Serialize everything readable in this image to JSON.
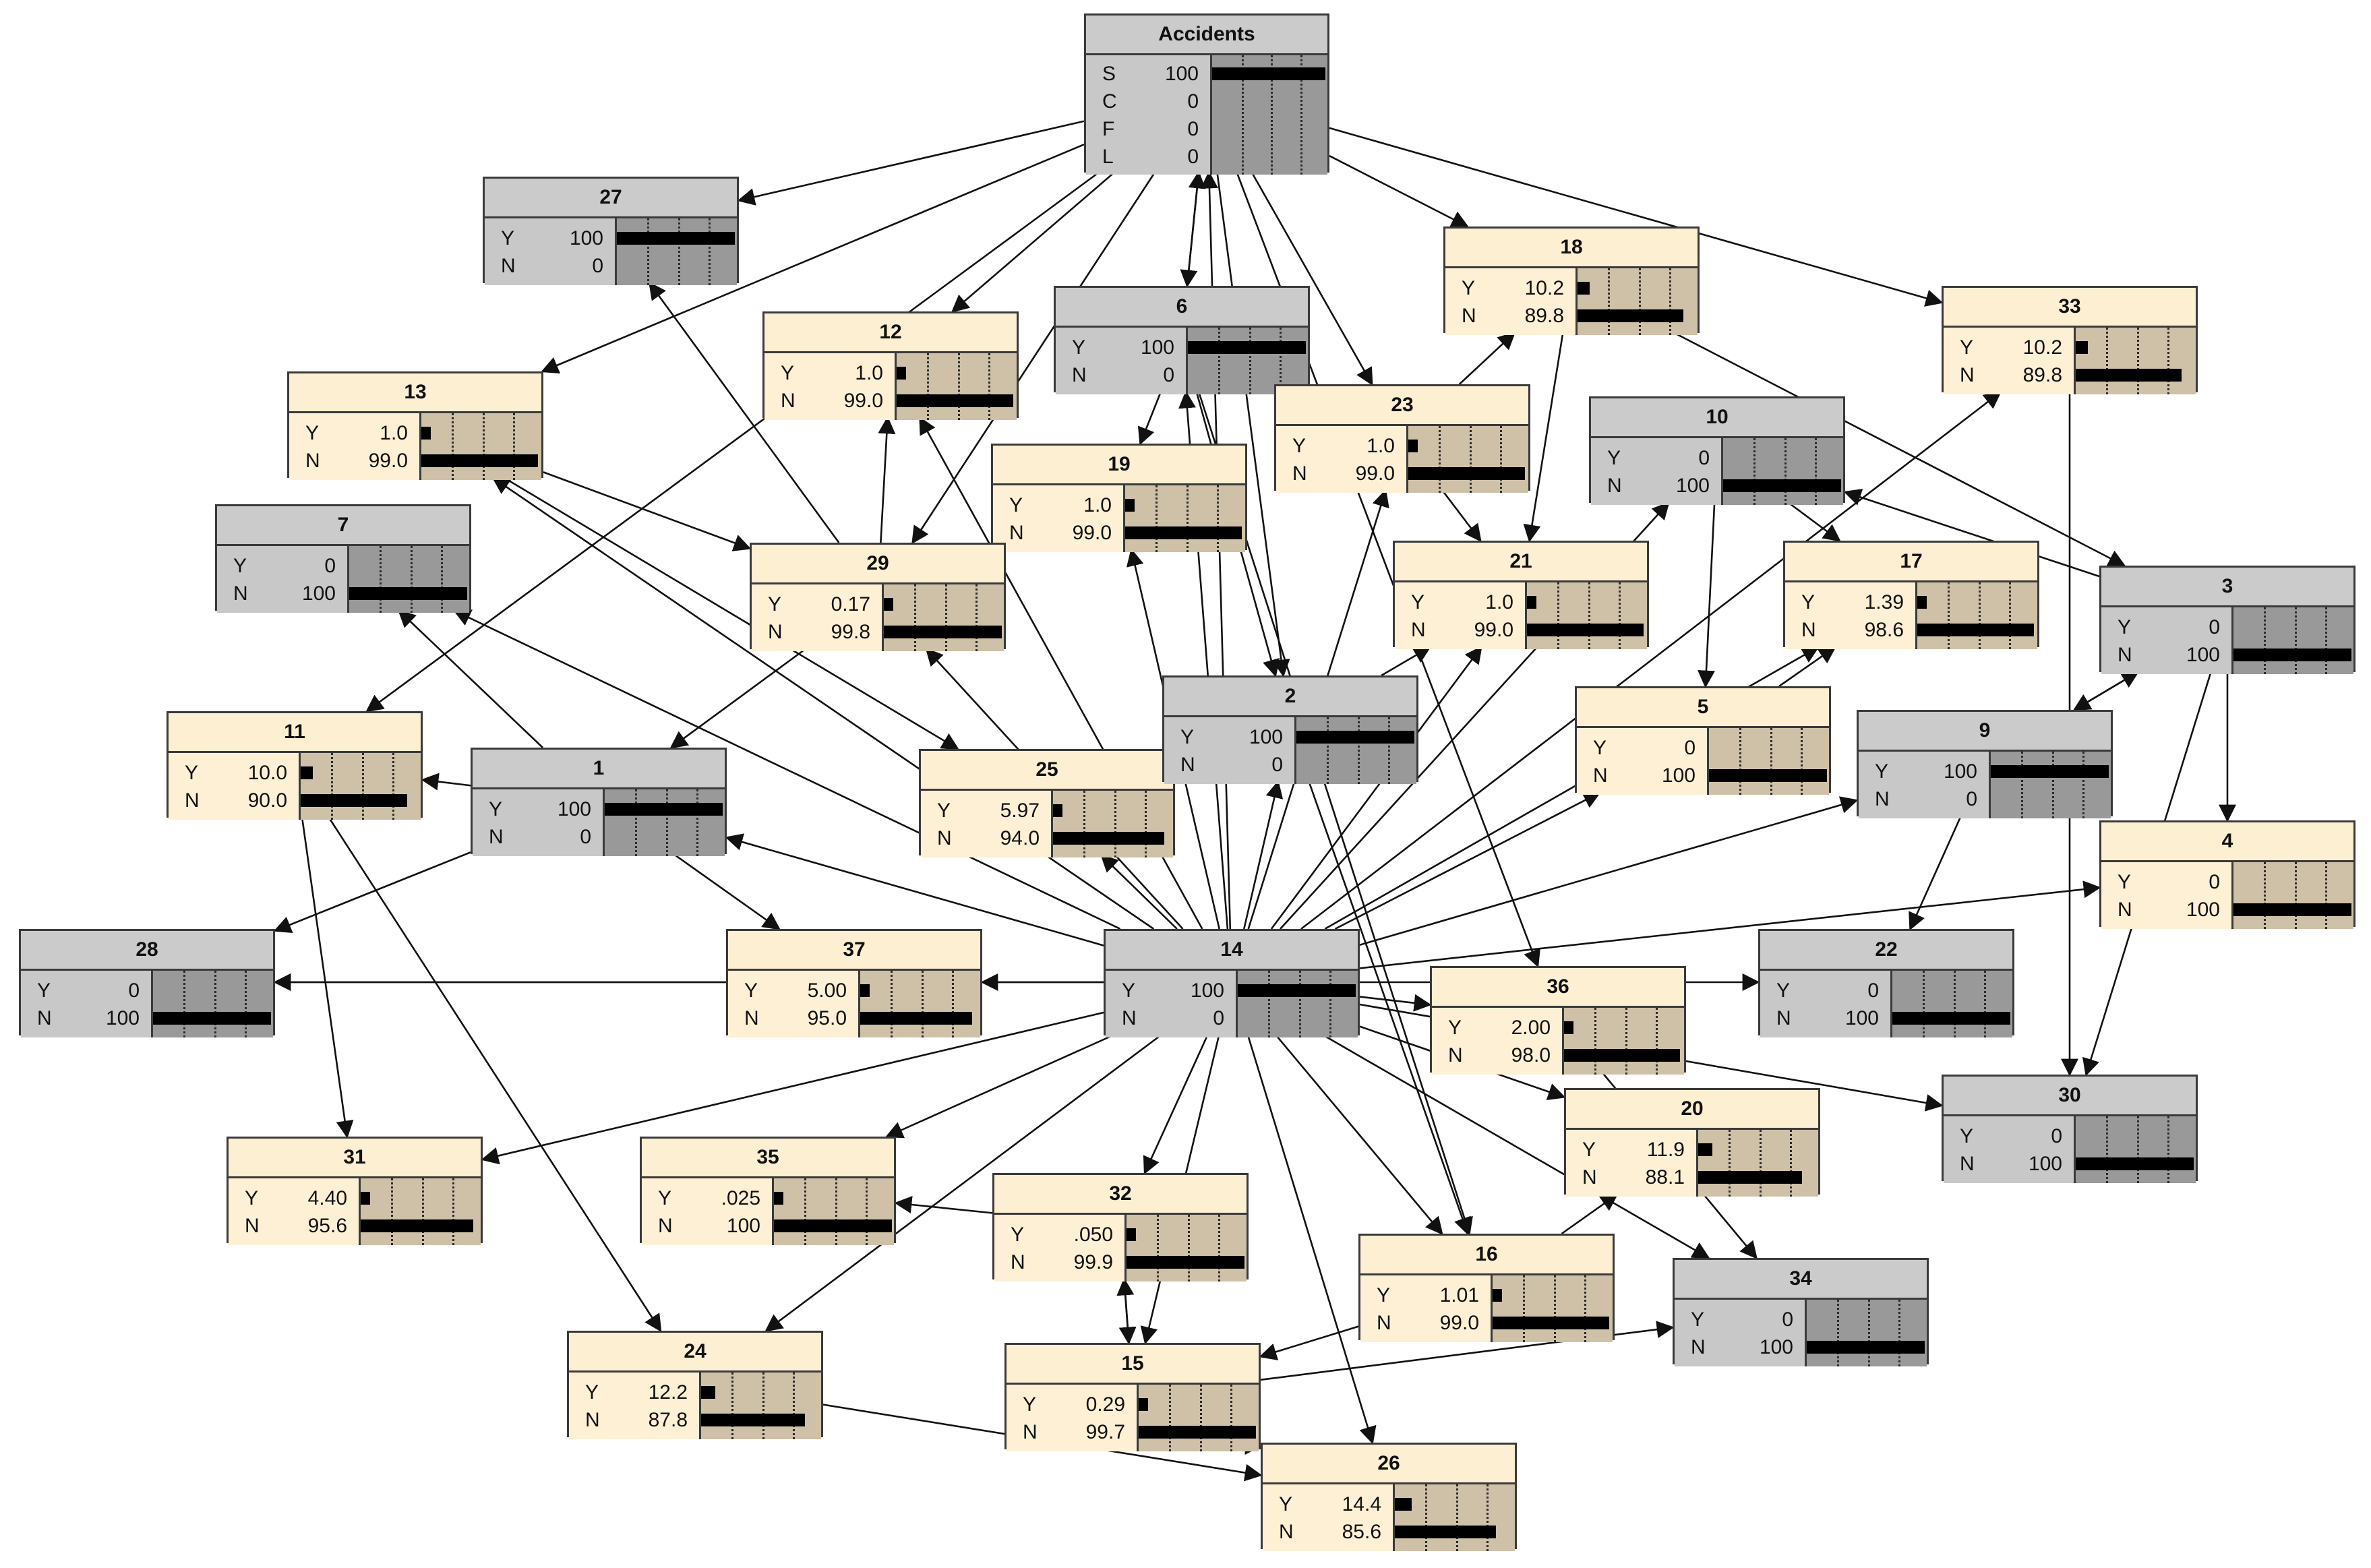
{
  "colors": {
    "observed_bg": "#c8c8c8",
    "unobserved_bg": "#fdf0d5",
    "bar": "#000000",
    "edge": "#111111"
  },
  "nodes": [
    {
      "id": "Accidents",
      "title": "Accidents",
      "observed": true,
      "states": [
        [
          "S",
          "100",
          1.0
        ],
        [
          "C",
          "0",
          0
        ],
        [
          "F",
          "0",
          0
        ],
        [
          "L",
          "0",
          0
        ]
      ]
    },
    {
      "id": "27",
      "title": "27",
      "observed": true,
      "states": [
        [
          "Y",
          "100",
          1.0
        ],
        [
          "N",
          "0",
          0
        ]
      ]
    },
    {
      "id": "13",
      "title": "13",
      "observed": false,
      "states": [
        [
          "Y",
          "1.0",
          0.01
        ],
        [
          "N",
          "99.0",
          0.99
        ]
      ]
    },
    {
      "id": "12",
      "title": "12",
      "observed": false,
      "states": [
        [
          "Y",
          "1.0",
          0.01
        ],
        [
          "N",
          "99.0",
          0.99
        ]
      ]
    },
    {
      "id": "6",
      "title": "6",
      "observed": true,
      "states": [
        [
          "Y",
          "100",
          1.0
        ],
        [
          "N",
          "0",
          0
        ]
      ]
    },
    {
      "id": "18",
      "title": "18",
      "observed": false,
      "states": [
        [
          "Y",
          "10.2",
          0.102
        ],
        [
          "N",
          "89.8",
          0.898
        ]
      ]
    },
    {
      "id": "33",
      "title": "33",
      "observed": false,
      "states": [
        [
          "Y",
          "10.2",
          0.102
        ],
        [
          "N",
          "89.8",
          0.898
        ]
      ]
    },
    {
      "id": "23",
      "title": "23",
      "observed": false,
      "states": [
        [
          "Y",
          "1.0",
          0.01
        ],
        [
          "N",
          "99.0",
          0.99
        ]
      ]
    },
    {
      "id": "10",
      "title": "10",
      "observed": true,
      "states": [
        [
          "Y",
          "0",
          0
        ],
        [
          "N",
          "100",
          1.0
        ]
      ]
    },
    {
      "id": "19",
      "title": "19",
      "observed": false,
      "states": [
        [
          "Y",
          "1.0",
          0.01
        ],
        [
          "N",
          "99.0",
          0.99
        ]
      ]
    },
    {
      "id": "7",
      "title": "7",
      "observed": true,
      "states": [
        [
          "Y",
          "0",
          0
        ],
        [
          "N",
          "100",
          1.0
        ]
      ]
    },
    {
      "id": "29",
      "title": "29",
      "observed": false,
      "states": [
        [
          "Y",
          "0.17",
          0.0017
        ],
        [
          "N",
          "99.8",
          0.998
        ]
      ]
    },
    {
      "id": "21",
      "title": "21",
      "observed": false,
      "states": [
        [
          "Y",
          "1.0",
          0.01
        ],
        [
          "N",
          "99.0",
          0.99
        ]
      ]
    },
    {
      "id": "17",
      "title": "17",
      "observed": false,
      "states": [
        [
          "Y",
          "1.39",
          0.0139
        ],
        [
          "N",
          "98.6",
          0.986
        ]
      ]
    },
    {
      "id": "3",
      "title": "3",
      "observed": true,
      "states": [
        [
          "Y",
          "0",
          0
        ],
        [
          "N",
          "100",
          1.0
        ]
      ]
    },
    {
      "id": "11",
      "title": "11",
      "observed": false,
      "states": [
        [
          "Y",
          "10.0",
          0.1
        ],
        [
          "N",
          "90.0",
          0.9
        ]
      ]
    },
    {
      "id": "1",
      "title": "1",
      "observed": true,
      "states": [
        [
          "Y",
          "100",
          1.0
        ],
        [
          "N",
          "0",
          0
        ]
      ]
    },
    {
      "id": "25",
      "title": "25",
      "observed": false,
      "states": [
        [
          "Y",
          "5.97",
          0.0597
        ],
        [
          "N",
          "94.0",
          0.94
        ]
      ]
    },
    {
      "id": "2",
      "title": "2",
      "observed": true,
      "states": [
        [
          "Y",
          "100",
          1.0
        ],
        [
          "N",
          "0",
          0
        ]
      ]
    },
    {
      "id": "5",
      "title": "5",
      "observed": false,
      "states": [
        [
          "Y",
          "0",
          0
        ],
        [
          "N",
          "100",
          1.0
        ]
      ]
    },
    {
      "id": "9",
      "title": "9",
      "observed": true,
      "states": [
        [
          "Y",
          "100",
          1.0
        ],
        [
          "N",
          "0",
          0
        ]
      ]
    },
    {
      "id": "4",
      "title": "4",
      "observed": false,
      "states": [
        [
          "Y",
          "0",
          0
        ],
        [
          "N",
          "100",
          1.0
        ]
      ]
    },
    {
      "id": "28",
      "title": "28",
      "observed": true,
      "states": [
        [
          "Y",
          "0",
          0
        ],
        [
          "N",
          "100",
          1.0
        ]
      ]
    },
    {
      "id": "37",
      "title": "37",
      "observed": false,
      "states": [
        [
          "Y",
          "5.00",
          0.05
        ],
        [
          "N",
          "95.0",
          0.95
        ]
      ]
    },
    {
      "id": "14",
      "title": "14",
      "observed": true,
      "states": [
        [
          "Y",
          "100",
          1.0
        ],
        [
          "N",
          "0",
          0
        ]
      ]
    },
    {
      "id": "36",
      "title": "36",
      "observed": false,
      "states": [
        [
          "Y",
          "2.00",
          0.02
        ],
        [
          "N",
          "98.0",
          0.98
        ]
      ]
    },
    {
      "id": "22",
      "title": "22",
      "observed": true,
      "states": [
        [
          "Y",
          "0",
          0
        ],
        [
          "N",
          "100",
          1.0
        ]
      ]
    },
    {
      "id": "30",
      "title": "30",
      "observed": true,
      "states": [
        [
          "Y",
          "0",
          0
        ],
        [
          "N",
          "100",
          1.0
        ]
      ]
    },
    {
      "id": "20",
      "title": "20",
      "observed": false,
      "states": [
        [
          "Y",
          "11.9",
          0.119
        ],
        [
          "N",
          "88.1",
          0.881
        ]
      ]
    },
    {
      "id": "31",
      "title": "31",
      "observed": false,
      "states": [
        [
          "Y",
          "4.40",
          0.044
        ],
        [
          "N",
          "95.6",
          0.956
        ]
      ]
    },
    {
      "id": "35",
      "title": "35",
      "observed": false,
      "states": [
        [
          "Y",
          ".025",
          0.00025
        ],
        [
          "N",
          "100",
          1.0
        ]
      ]
    },
    {
      "id": "32",
      "title": "32",
      "observed": false,
      "states": [
        [
          "Y",
          ".050",
          0.0005
        ],
        [
          "N",
          "99.9",
          0.999
        ]
      ]
    },
    {
      "id": "16",
      "title": "16",
      "observed": false,
      "states": [
        [
          "Y",
          "1.01",
          0.0101
        ],
        [
          "N",
          "99.0",
          0.99
        ]
      ]
    },
    {
      "id": "34",
      "title": "34",
      "observed": true,
      "states": [
        [
          "Y",
          "0",
          0
        ],
        [
          "N",
          "100",
          1.0
        ]
      ]
    },
    {
      "id": "24",
      "title": "24",
      "observed": false,
      "states": [
        [
          "Y",
          "12.2",
          0.122
        ],
        [
          "N",
          "87.8",
          0.878
        ]
      ]
    },
    {
      "id": "15",
      "title": "15",
      "observed": false,
      "states": [
        [
          "Y",
          "0.29",
          0.0029
        ],
        [
          "N",
          "99.7",
          0.997
        ]
      ]
    },
    {
      "id": "26",
      "title": "26",
      "observed": false,
      "states": [
        [
          "Y",
          "14.4",
          0.144
        ],
        [
          "N",
          "85.6",
          0.856
        ]
      ]
    }
  ],
  "edges": [
    [
      "Accidents",
      "27"
    ],
    [
      "Accidents",
      "13"
    ],
    [
      "Accidents",
      "12"
    ],
    [
      "Accidents",
      "6"
    ],
    [
      "Accidents",
      "18"
    ],
    [
      "Accidents",
      "33"
    ],
    [
      "Accidents",
      "23"
    ],
    [
      "Accidents",
      "29"
    ],
    [
      "Accidents",
      "11"
    ],
    [
      "Accidents",
      "2"
    ],
    [
      "Accidents",
      "36"
    ],
    [
      "6",
      "Accidents"
    ],
    [
      "6",
      "19"
    ],
    [
      "6",
      "2"
    ],
    [
      "6",
      "16"
    ],
    [
      "14",
      "Accidents"
    ],
    [
      "14",
      "1"
    ],
    [
      "14",
      "2"
    ],
    [
      "14",
      "5"
    ],
    [
      "14",
      "9"
    ],
    [
      "14",
      "4"
    ],
    [
      "14",
      "28"
    ],
    [
      "14",
      "37"
    ],
    [
      "14",
      "36"
    ],
    [
      "14",
      "22"
    ],
    [
      "14",
      "30"
    ],
    [
      "14",
      "20"
    ],
    [
      "14",
      "31"
    ],
    [
      "14",
      "35"
    ],
    [
      "14",
      "32"
    ],
    [
      "14",
      "16"
    ],
    [
      "14",
      "34"
    ],
    [
      "14",
      "24"
    ],
    [
      "14",
      "15"
    ],
    [
      "14",
      "26"
    ],
    [
      "14",
      "19"
    ],
    [
      "14",
      "21"
    ],
    [
      "14",
      "23"
    ],
    [
      "14",
      "17"
    ],
    [
      "14",
      "33"
    ],
    [
      "14",
      "10"
    ],
    [
      "14",
      "6"
    ],
    [
      "14",
      "7"
    ],
    [
      "14",
      "13"
    ],
    [
      "14",
      "25"
    ],
    [
      "14",
      "29"
    ],
    [
      "14",
      "12"
    ],
    [
      "1",
      "11"
    ],
    [
      "1",
      "28"
    ],
    [
      "1",
      "37"
    ],
    [
      "1",
      "7"
    ],
    [
      "11",
      "31"
    ],
    [
      "11",
      "24"
    ],
    [
      "13",
      "29"
    ],
    [
      "13",
      "25"
    ],
    [
      "29",
      "27"
    ],
    [
      "29",
      "12"
    ],
    [
      "29",
      "1"
    ],
    [
      "10",
      "17"
    ],
    [
      "10",
      "5"
    ],
    [
      "18",
      "3"
    ],
    [
      "18",
      "21"
    ],
    [
      "3",
      "10"
    ],
    [
      "3",
      "9"
    ],
    [
      "3",
      "4"
    ],
    [
      "3",
      "30"
    ],
    [
      "9",
      "3"
    ],
    [
      "9",
      "22"
    ],
    [
      "5",
      "17"
    ],
    [
      "33",
      "30"
    ],
    [
      "2",
      "16"
    ],
    [
      "2",
      "21"
    ],
    [
      "36",
      "34"
    ],
    [
      "16",
      "20"
    ],
    [
      "16",
      "15"
    ],
    [
      "15",
      "32"
    ],
    [
      "15",
      "34"
    ],
    [
      "15",
      "26"
    ],
    [
      "32",
      "15"
    ],
    [
      "32",
      "35"
    ],
    [
      "24",
      "26"
    ],
    [
      "37",
      "28"
    ],
    [
      "23",
      "18"
    ],
    [
      "23",
      "21"
    ]
  ]
}
